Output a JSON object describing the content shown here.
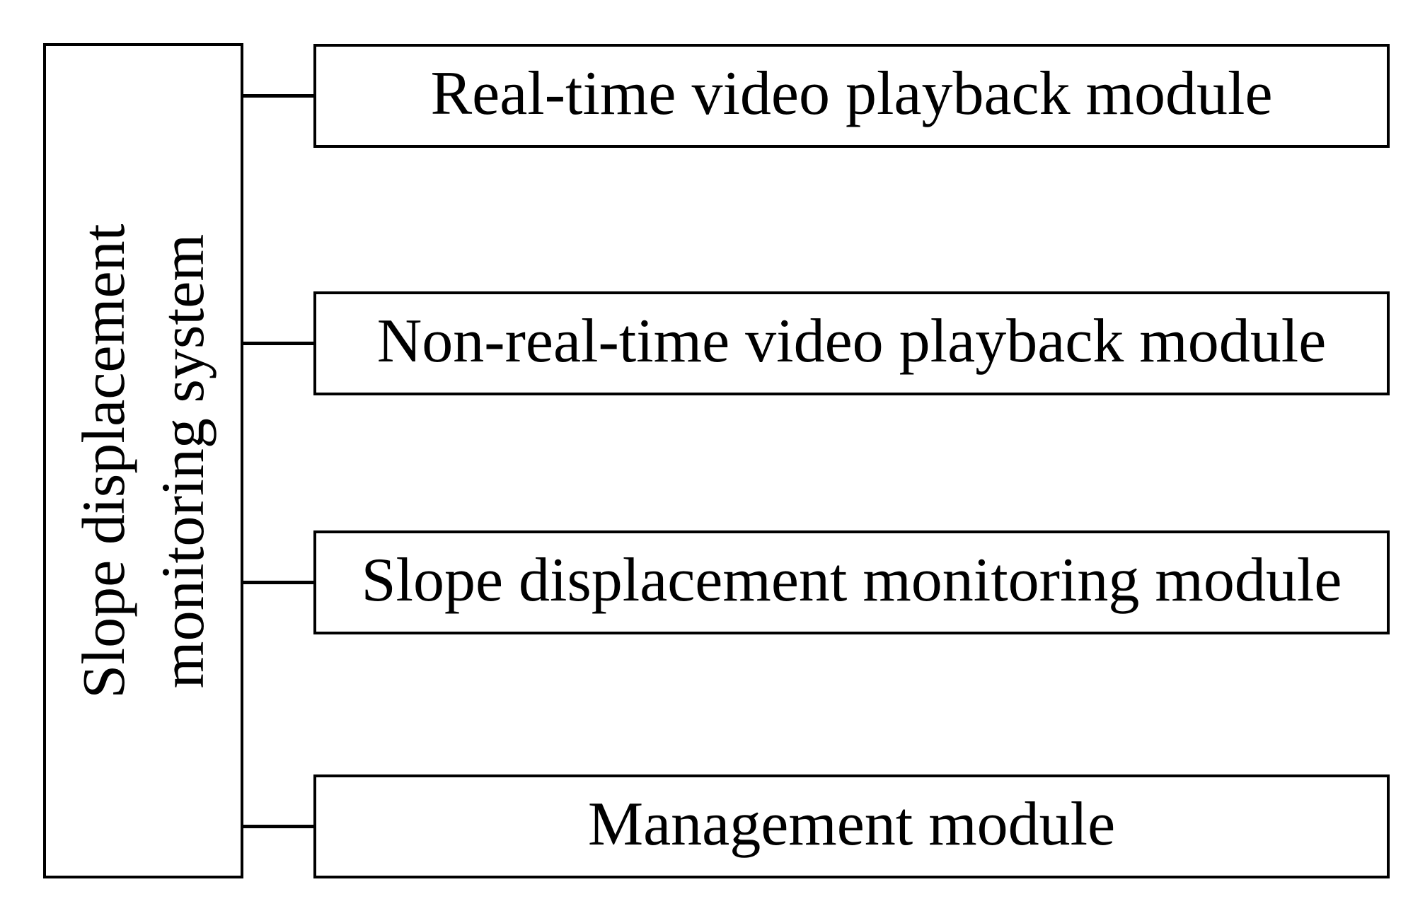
{
  "figure": {
    "colors": {
      "background": "#ffffff",
      "border": "#000000",
      "text": "#000000"
    },
    "root": {
      "label": "Slope displacement monitoring system"
    },
    "modules": [
      {
        "label": "Real-time video playback module"
      },
      {
        "label": "Non-real-time video playback module"
      },
      {
        "label": "Slope displacement monitoring module"
      },
      {
        "label": "Management module"
      }
    ]
  }
}
